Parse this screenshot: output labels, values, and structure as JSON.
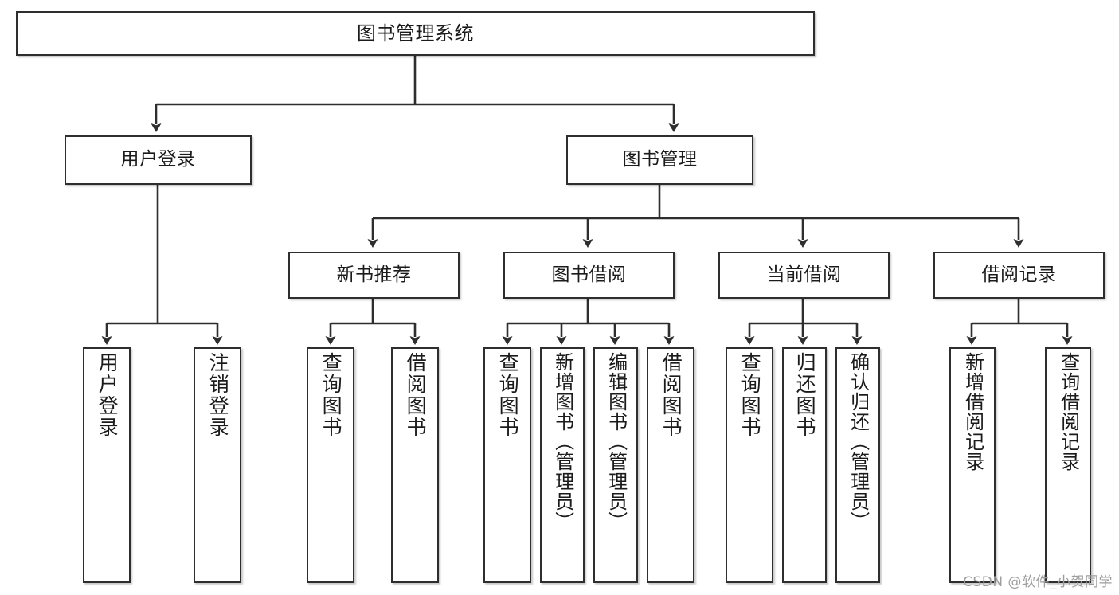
{
  "diagram": {
    "title": "图书管理系统",
    "type": "tree-hierarchy",
    "orientation": "top-down",
    "watermark": "CSDN @软件_小贺同学",
    "colors": {
      "box_border": "#2e2e2e",
      "box_fill": "#ffffff",
      "connector": "#2e2e2e",
      "text": "#1b1b1b",
      "watermark": "#9d9d9d",
      "background": "#ffffff"
    },
    "levels": {
      "root": "图书管理系统",
      "level2": [
        "用户登录",
        "图书管理"
      ],
      "level3": [
        "新书推荐",
        "图书借阅",
        "当前借阅",
        "借阅记录"
      ]
    }
  },
  "nodes": {
    "root": {
      "label": "图书管理系统"
    },
    "user_login": {
      "label": "用户登录"
    },
    "book_manage": {
      "label": "图书管理"
    },
    "new_book_rec": {
      "label": "新书推荐"
    },
    "book_borrow": {
      "label": "图书借阅"
    },
    "current_borrow": {
      "label": "当前借阅"
    },
    "borrow_record": {
      "label": "借阅记录"
    }
  },
  "leaves": {
    "user_login": [
      {
        "label": "用户登录"
      },
      {
        "label": "注销登录"
      }
    ],
    "new_book_rec": [
      {
        "label": "查询图书"
      },
      {
        "label": "借阅图书"
      }
    ],
    "book_borrow": [
      {
        "label": "查询图书"
      },
      {
        "label": "新增图书（管理员）"
      },
      {
        "label": "编辑图书（管理员）"
      },
      {
        "label": "借阅图书"
      }
    ],
    "current_borrow": [
      {
        "label": "查询图书"
      },
      {
        "label": "归还图书"
      },
      {
        "label": "确认归还（管理员）"
      }
    ],
    "borrow_record": [
      {
        "label": "新增借阅记录"
      },
      {
        "label": "查询借阅记录"
      }
    ]
  }
}
